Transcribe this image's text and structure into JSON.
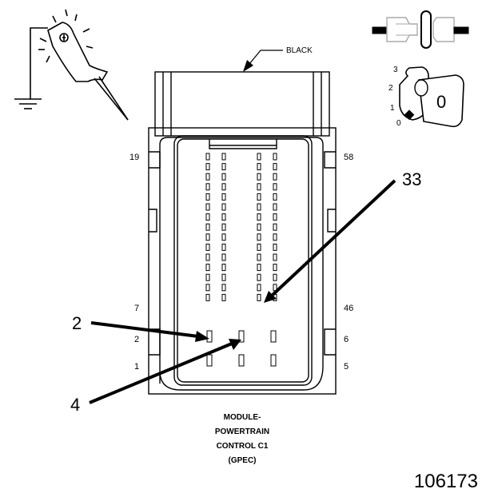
{
  "connector": {
    "color_label": "BLACK",
    "title_lines": [
      "MODULE-",
      "POWERTRAIN",
      "CONTROL C1",
      "(GPEC)"
    ],
    "figure_id": "106173"
  },
  "pin_labels": {
    "left": [
      "19",
      "7",
      "2",
      "1"
    ],
    "right": [
      "58",
      "46",
      "6",
      "5"
    ]
  },
  "callouts": [
    "2",
    "4",
    "33"
  ],
  "ignition": {
    "positions": [
      "3",
      "2",
      "1",
      "0"
    ],
    "key_label": "0"
  }
}
